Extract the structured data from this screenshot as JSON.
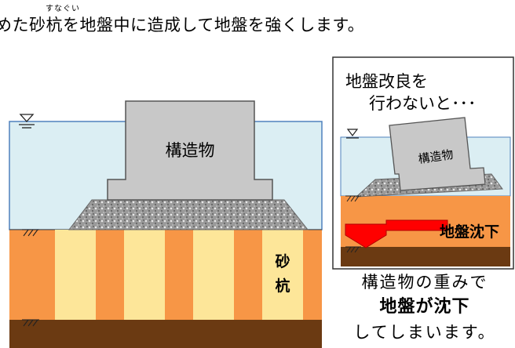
{
  "header": {
    "ruby": "すなぐい",
    "text": "めた砂杭を地盤中に造成して地盤を強くします。"
  },
  "main_diagram": {
    "structure_label": "構造物",
    "sand_pile_label": "砂\n杭",
    "sand_pile_label_line1": "砂",
    "sand_pile_label_line2": "杭"
  },
  "callout": {
    "title_line1": "地盤改良を",
    "title_line2": "行わないと･･･",
    "structure_label": "構造物",
    "settlement_label": "地盤沈下"
  },
  "caption": {
    "line1": "構造物の重みで",
    "line2": "地盤が沈下",
    "line3": "してしまいます。"
  },
  "colors": {
    "water": "#dbeef3",
    "ground": "#f79646",
    "subsoil": "#6b3a12",
    "sand_pile": "#fde699",
    "structure": "#c8c8c8",
    "arrow": "#ff0000"
  }
}
